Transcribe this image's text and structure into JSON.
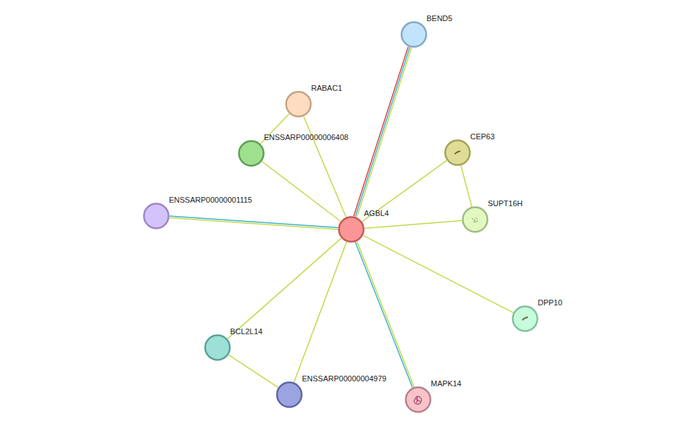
{
  "diagram": {
    "nodes": [
      {
        "text": [
          "BEND5"
        ]
      },
      {
        "text": [
          "RABAC1"
        ]
      },
      {
        "text": [
          "CEP63"
        ]
      },
      {
        "text": [
          "ENSSARP00000006408"
        ]
      },
      {
        "text": [
          "ENSSARP00000001115"
        ]
      },
      {
        "text": [
          "AGBL4"
        ]
      },
      {
        "text": [
          "SUPT16H"
        ]
      },
      {
        "text": [
          "DPP10"
        ]
      },
      {
        "text": [
          "BCL2L14"
        ]
      },
      {
        "text": [
          "ENSSARP00000004979"
        ]
      },
      {
        "text": [
          "MAPK14"
        ]
      }
    ],
    "edges": [
      {
        "from": 5,
        "to": 0,
        "arrow": "none"
      },
      {
        "from": 5,
        "to": 1,
        "arrow": "none"
      },
      {
        "from": 1,
        "to": 3,
        "arrow": "none"
      },
      {
        "from": 5,
        "to": 3,
        "arrow": "none"
      },
      {
        "from": 5,
        "to": 2,
        "arrow": "none"
      },
      {
        "from": 2,
        "to": 6,
        "arrow": "none"
      },
      {
        "from": 5,
        "to": 6,
        "arrow": "none"
      },
      {
        "from": 5,
        "to": 4,
        "arrow": "none"
      },
      {
        "from": 5,
        "to": 7,
        "arrow": "none"
      },
      {
        "from": 5,
        "to": 8,
        "arrow": "none"
      },
      {
        "from": 8,
        "to": 9,
        "arrow": "none"
      },
      {
        "from": 5,
        "to": 9,
        "arrow": "none"
      },
      {
        "from": 5,
        "to": 10,
        "arrow": "none"
      }
    ]
  }
}
